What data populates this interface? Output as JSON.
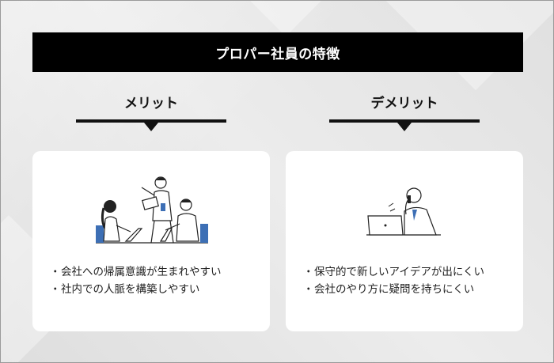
{
  "title": "プロパー社員の特徴",
  "merit": {
    "heading": "メリット",
    "items": [
      "会社への帰属意識が生まれやすい",
      "社内での人脈を構築しやすい"
    ]
  },
  "demerit": {
    "heading": "デメリット",
    "items": [
      "保守的で新しいアイデアが出にくい",
      "会社のやり方に疑問を持ちにくい"
    ]
  },
  "bullet_glyph": "・",
  "colors": {
    "bar": "#000000",
    "card": "#ffffff",
    "accent_blue": "#3d6fb5",
    "background": "#e6e6e6"
  },
  "icons": {
    "merit_illustration": "meeting-illustration",
    "demerit_illustration": "phone-call-illustration"
  }
}
